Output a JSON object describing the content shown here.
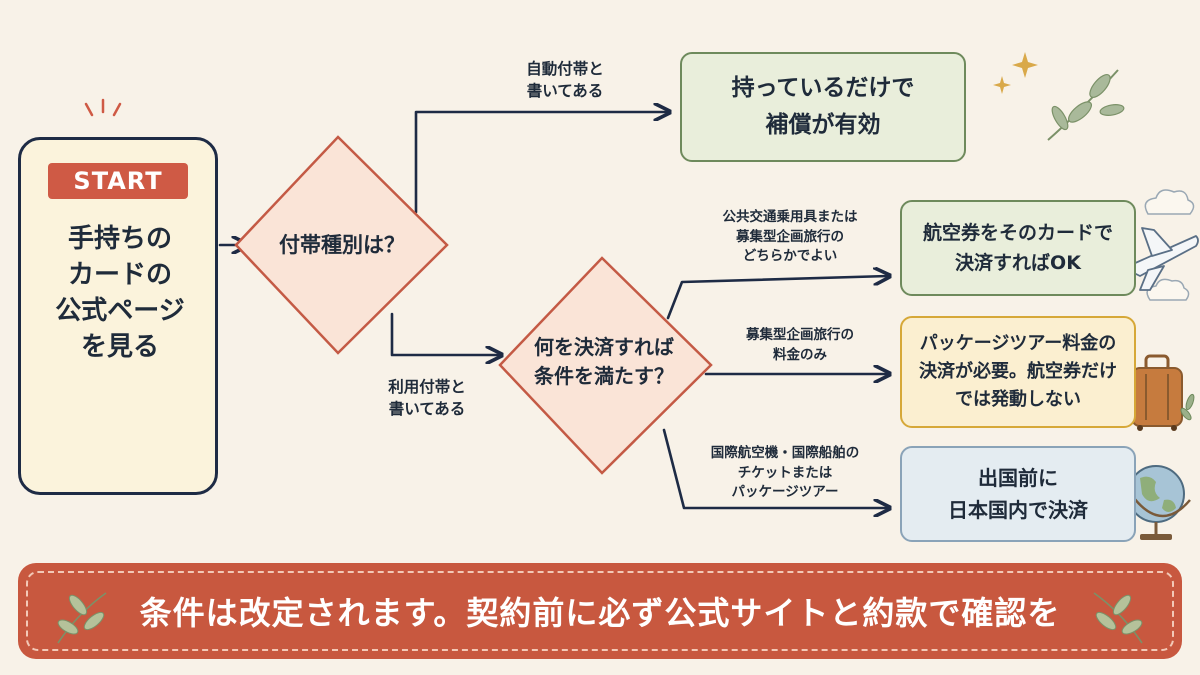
{
  "start": {
    "badge": "START",
    "text_lines": [
      "手持ちの",
      "カードの",
      "公式ページ",
      "を見る"
    ]
  },
  "decision1": {
    "label": "付帯種別は？"
  },
  "decision2": {
    "label_lines": [
      "何を決済すれば",
      "条件を満たす？"
    ]
  },
  "edges": {
    "auto_lines": [
      "自動付帯と",
      "書いてある"
    ],
    "usage_lines": [
      "利用付帯と",
      "書いてある"
    ],
    "transport_lines": [
      "公共交通乗用具または",
      "募集型企画旅行の",
      "どちらかでよい"
    ],
    "tour_fee_lines": [
      "募集型企画旅行の",
      "料金のみ"
    ],
    "intl_lines": [
      "国際航空機・国際船舶の",
      "チケットまたは",
      "パッケージツアー"
    ]
  },
  "results": {
    "auto_lines": [
      "持っているだけで",
      "補償が有効"
    ],
    "flight_lines": [
      "航空券をそのカードで",
      "決済すればOK"
    ],
    "package_lines": [
      "パッケージツアー料金の",
      "決済が必要。航空券だけ",
      "では発動しない"
    ],
    "domestic_lines": [
      "出国前に",
      "日本国内で決済"
    ]
  },
  "banner": {
    "text": "条件は改定されます。契約前に必ず公式サイトと約款で確認を"
  },
  "colors": {
    "background": "#f8f2e8",
    "navy": "#1e2b45",
    "accent_red": "#cf5a45",
    "green_box": "#e9eedb",
    "yellow_box": "#fbefd0",
    "blue_box": "#e4ecf1"
  },
  "icons": [
    "credit-card-icon",
    "leaf-icon",
    "sparkle-icon",
    "airplane-icon",
    "cloud-icon",
    "suitcase-icon",
    "globe-icon"
  ]
}
